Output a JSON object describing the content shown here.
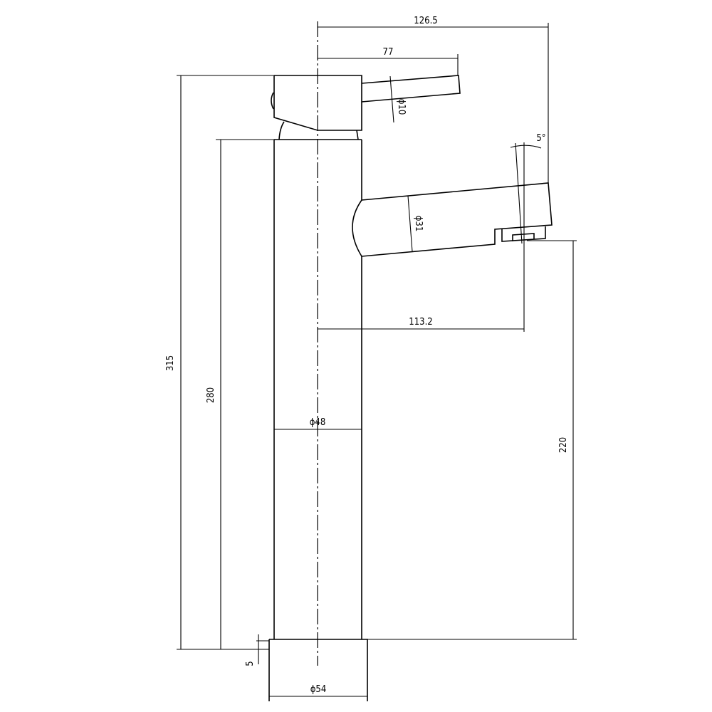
{
  "dimensions": {
    "overall_reach": "126.5",
    "handle_reach": "77",
    "handle_diameter": "ϕ10",
    "spout_angle": "5°",
    "spout_diameter": "ϕ31",
    "spout_reach": "113.2",
    "body_diameter": "ϕ48",
    "total_height": "315",
    "body_height": "280",
    "spout_height": "220",
    "base_thickness": "5",
    "base_diameter": "ϕ54"
  },
  "colors": {
    "line": "#000000",
    "background": "#ffffff"
  }
}
